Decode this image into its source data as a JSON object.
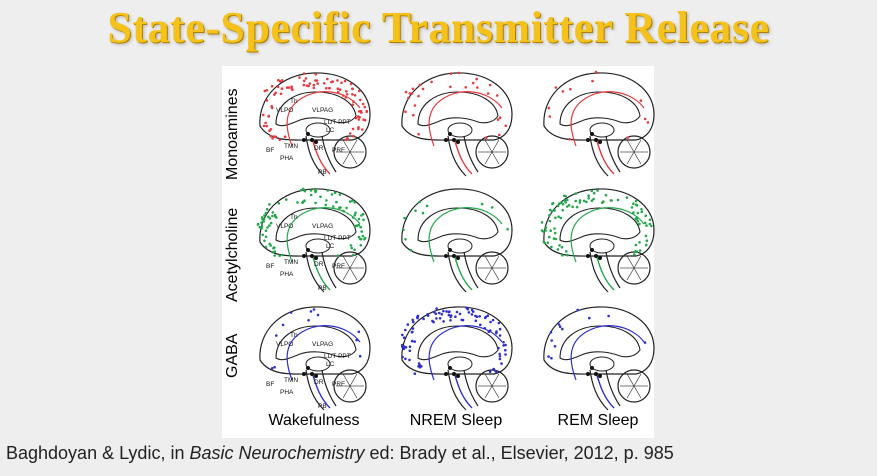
{
  "slide": {
    "title": "State-Specific Transmitter Release"
  },
  "figure": {
    "rows": [
      {
        "label": "Monoamines",
        "color": "#e8393c"
      },
      {
        "label": "Acetylcholine",
        "color": "#22a84a"
      },
      {
        "label": "GABA",
        "color": "#2b2fd0"
      }
    ],
    "columns": [
      "Wakefulness",
      "NREM Sleep",
      "REM Sleep"
    ],
    "release_level": [
      [
        "high",
        "medium",
        "low"
      ],
      [
        "high",
        "low",
        "high"
      ],
      [
        "low",
        "high",
        "low"
      ]
    ],
    "region_labels": {
      "vlpo": "VLPO",
      "th": "Th",
      "vlpag": "VLPAG",
      "ldt_ppt": "LDT-PPT",
      "lc": "LC",
      "bf": "BF",
      "pha": "PHA",
      "tmn": "TMN",
      "prf": "PRF",
      "dr": "DR",
      "pb": "PB"
    }
  },
  "citation": {
    "authors": "Baghdoyan & Lydic, in ",
    "book": "Basic Neurochemistry",
    "rest": " ed: Brady et al., Elsevier, 2012, p. 985"
  }
}
